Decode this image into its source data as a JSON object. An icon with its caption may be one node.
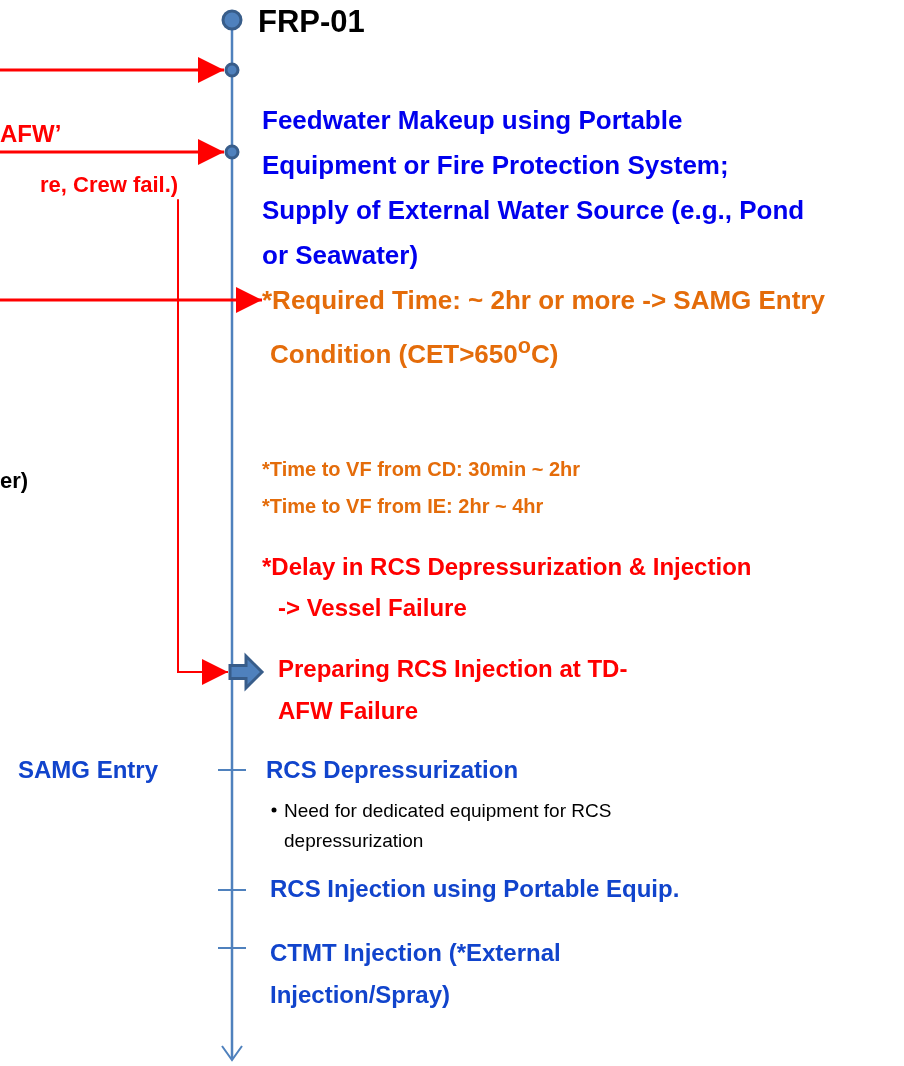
{
  "diagram": {
    "nodes": [
      {
        "text": [],
        "shape": "circle",
        "beside": [
          "FRP-01"
        ]
      },
      {
        "text": [],
        "shape": "circle"
      },
      {
        "text": [],
        "shape": "circle"
      },
      {
        "text": [
          "re, Crew fail.)"
        ]
      },
      {
        "text": [
          "*Required Time: ~ 2hr or more -> SAMG Entry Condition (CET>650$^{o}$C)"
        ]
      },
      {
        "text": [],
        "shape": "arrow",
        "beside": [
          "Preparing RCS Injection at TD-AFW Failure"
        ]
      }
    ],
    "edges": [
      {
        "from": null,
        "to": 1,
        "arrow": "to"
      },
      {
        "from": null,
        "to": 2,
        "arrow": "to",
        "label": "AFW’"
      },
      {
        "from": null,
        "to": 4,
        "arrow": "to"
      },
      {
        "from": 3,
        "to": 5,
        "arrow": "to"
      }
    ],
    "labels": [
      "Feedwater Makeup using Portable Equipment or Fire Protection System; Supply of External Water Source (e.g., Pond or Seawater)",
      "er)",
      "*Time to VF from CD: 30min ~ 2hr",
      "*Time to VF from IE: 2hr ~ 4hr",
      "*Delay in RCS Depressurization & Injection -> Vessel Failure",
      "SAMG Entry",
      "RCS Depressurization",
      "Need for dedicated equipment for RCS depressurization",
      "RCS Injection using Portable Equip.",
      "CTMT Injection (*External Injection/Spray)"
    ]
  }
}
